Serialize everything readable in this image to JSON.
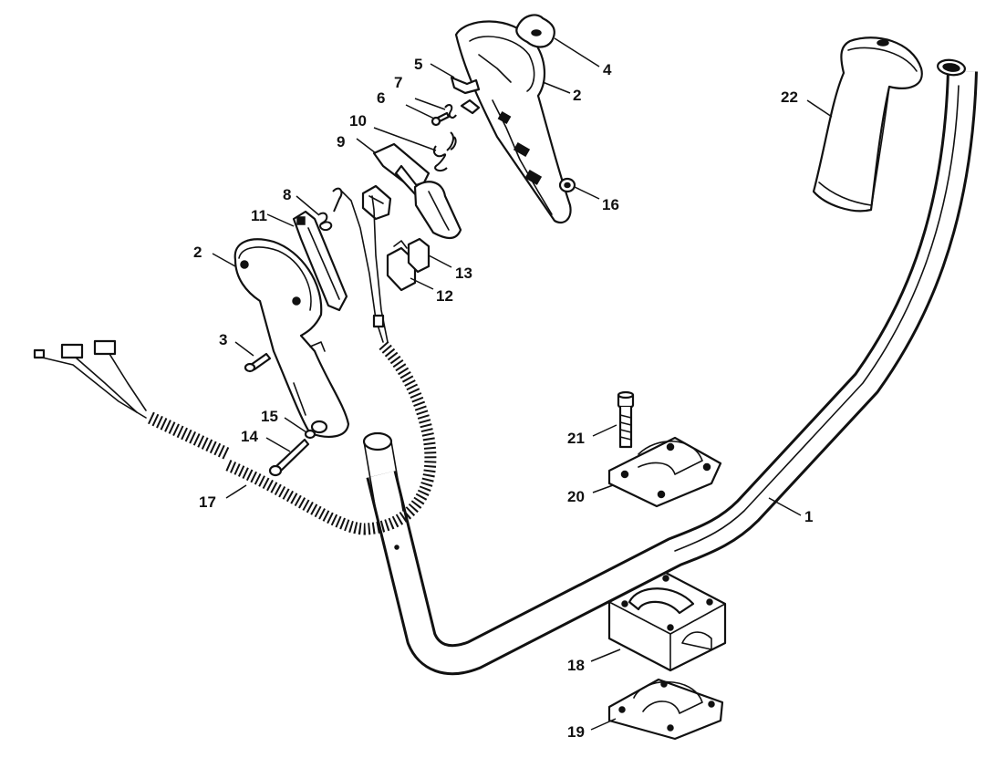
{
  "diagram": {
    "labels": {
      "p1": "1",
      "p2a": "2",
      "p2b": "2",
      "p3": "3",
      "p4": "4",
      "p5": "5",
      "p6": "6",
      "p7": "7",
      "p8": "8",
      "p9": "9",
      "p10": "10",
      "p11": "11",
      "p12": "12",
      "p13": "13",
      "p14": "14",
      "p15": "15",
      "p16": "16",
      "p17": "17",
      "p18": "18",
      "p19": "19",
      "p20": "20",
      "p21": "21",
      "p22": "22"
    },
    "colors": {
      "line": "#111111",
      "background": "#ffffff"
    }
  }
}
